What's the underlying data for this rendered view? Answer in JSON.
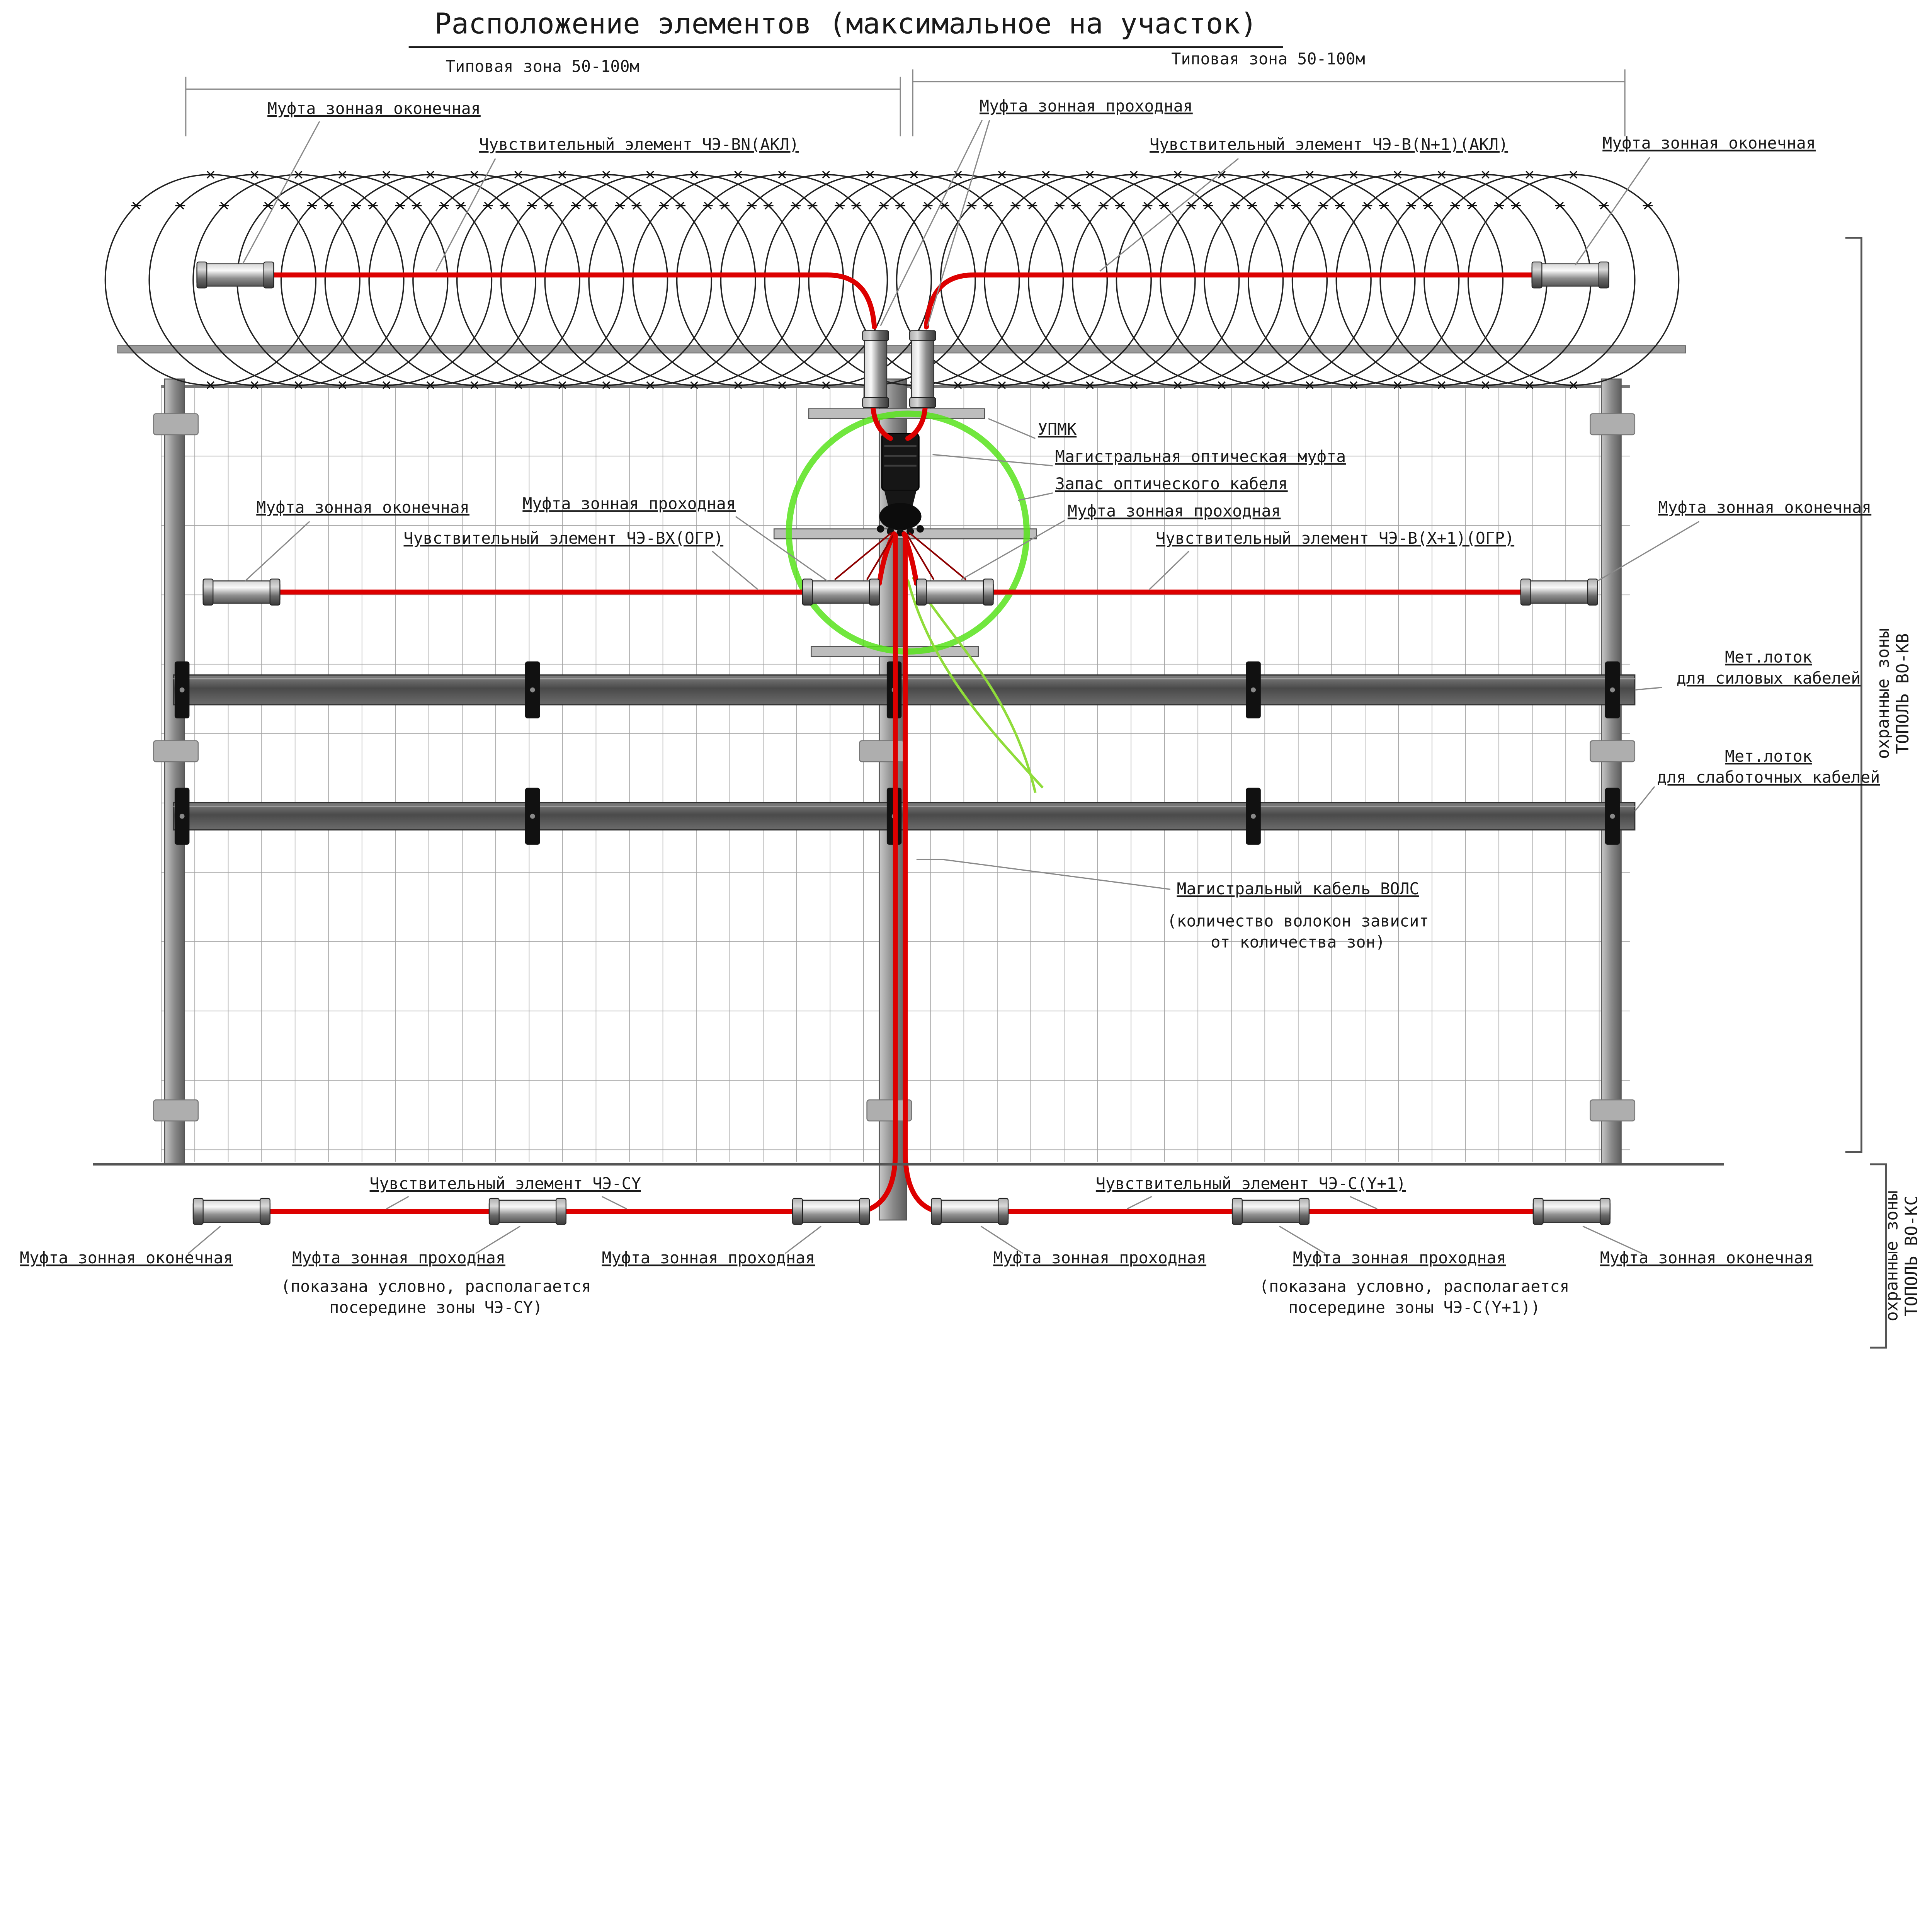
{
  "title": "Расположение элементов (максимальное на участок)",
  "dimensions": {
    "zone_left": "Типовая зона 50-100м",
    "zone_right": "Типовая зона 50-100м"
  },
  "labels": {
    "mufta_okonechnaya": "Муфта зонная оконечная",
    "mufta_prohodnaya": "Муфта зонная проходная",
    "sensor_bn": "Чувствительный элемент ЧЭ-BN(АКЛ)",
    "sensor_bn1": "Чувствительный элемент ЧЭ-B(N+1)(АКЛ)",
    "sensor_bx": "Чувствительный элемент ЧЭ-BX(ОГР)",
    "sensor_bx1": "Чувствительный элемент ЧЭ-B(X+1)(ОГР)",
    "sensor_cy": "Чувствительный элемент ЧЭ-CY",
    "sensor_cy1": "Чувствительный элемент ЧЭ-C(Y+1)",
    "upmk": "УПМК",
    "main_optical_mufta": "Магистральная оптическая муфта",
    "cable_reserve": "Запас оптического кабеля",
    "tray_power_1": "Мет.лоток",
    "tray_power_2": "для силовых кабелей",
    "tray_lowcurrent_1": "Мет.лоток",
    "tray_lowcurrent_2": "для слаботочных кабелей",
    "main_cable": "Магистральный кабель ВОЛС",
    "main_cable_note_1": "(количество волокон зависит",
    "main_cable_note_2": "от количества зон)",
    "prohod_note_1": "(показана условно, располагается",
    "prohod_note_cy": "посередине зоны ЧЭ-CY)",
    "prohod_note_cy1": "посередине зоны ЧЭ-C(Y+1))",
    "guard_zone": "охранные зоны",
    "topol_kv": "ТОПОЛЬ ВО-КВ",
    "topol_ks": "ТОПОЛЬ ВО-КС"
  },
  "colors": {
    "cable-red": "#dd0000",
    "fiber-green": "#8fdc3a",
    "highlight-green": "#58e31c",
    "leader-gray": "#8a8a8a",
    "ink": "#1a1a1a"
  }
}
